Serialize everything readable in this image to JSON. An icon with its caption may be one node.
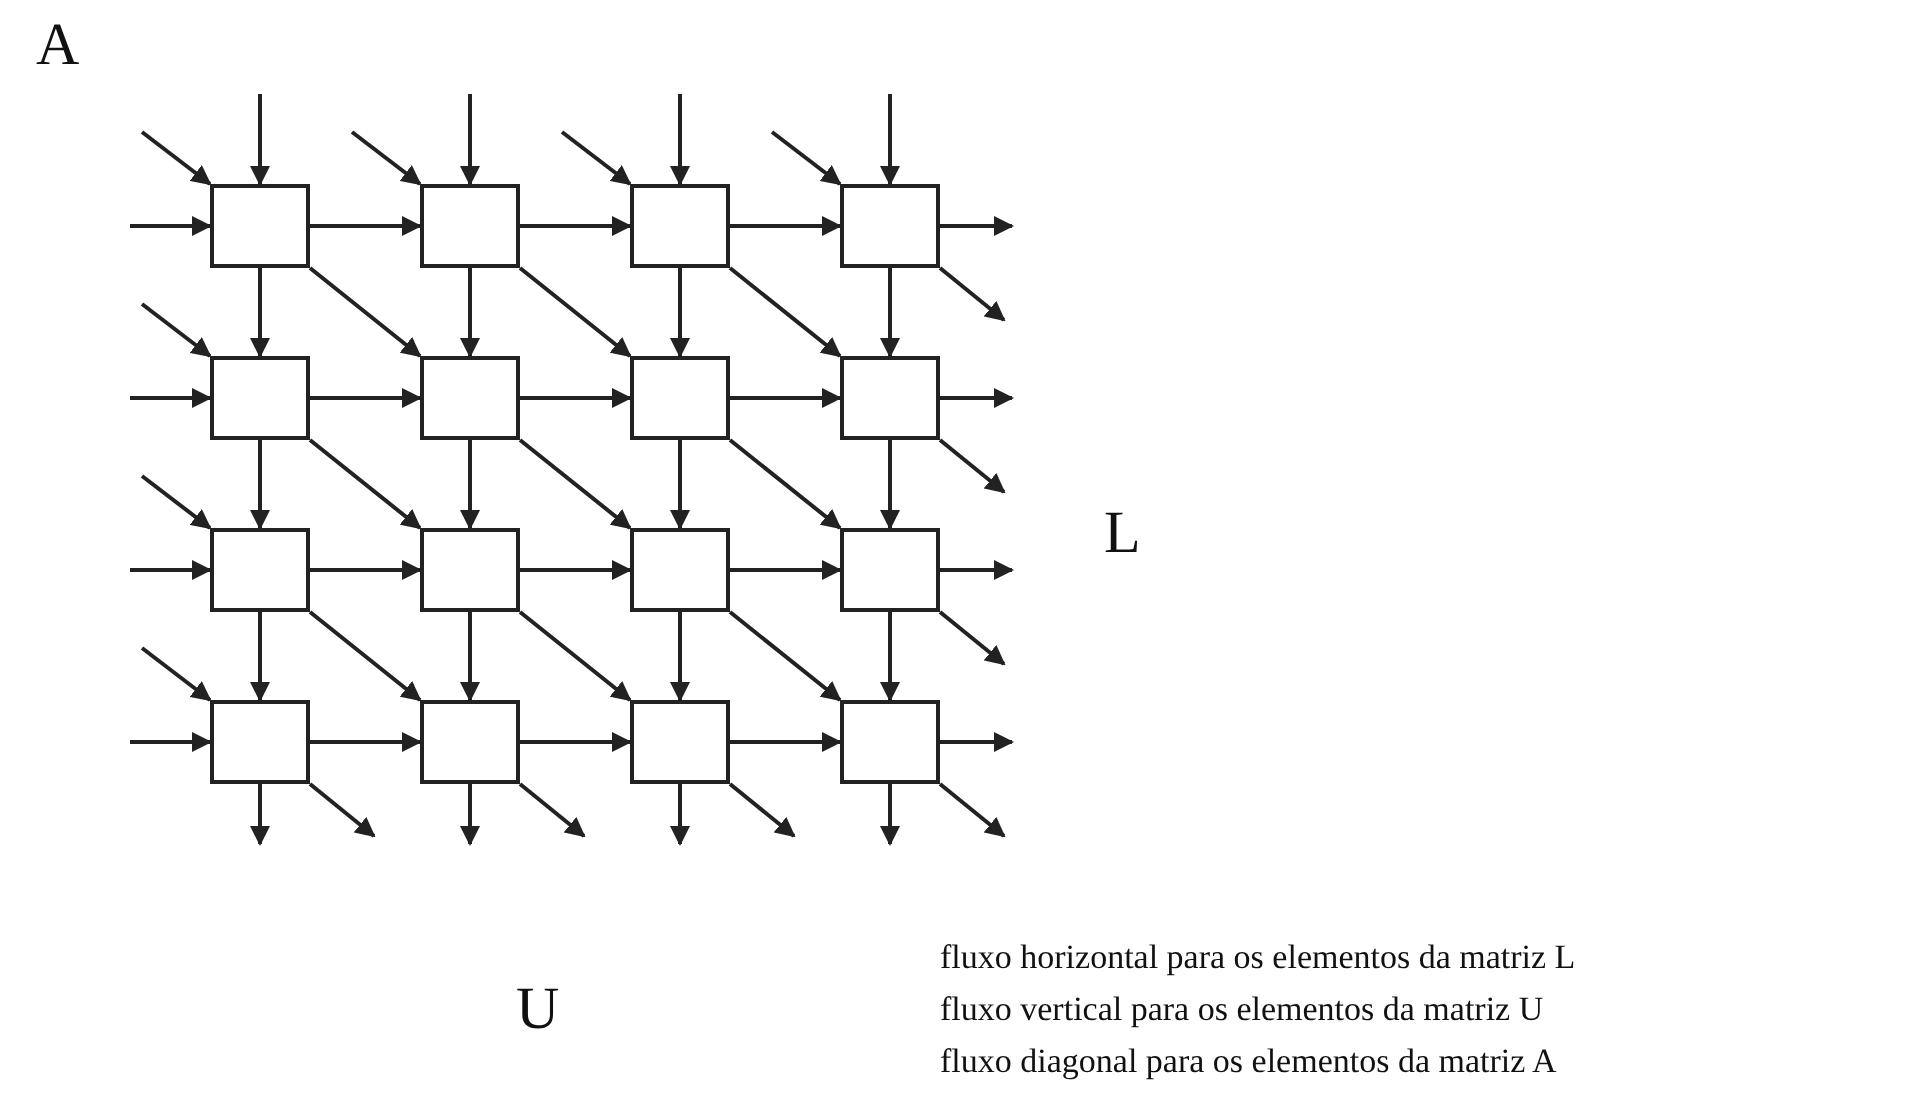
{
  "diagram": {
    "nodes": [
      {
        "text": [],
        "shape": "box"
      },
      {
        "text": [],
        "shape": "box"
      },
      {
        "text": [],
        "shape": "box"
      },
      {
        "text": [],
        "shape": "box"
      },
      {
        "text": [],
        "shape": "box"
      },
      {
        "text": [],
        "shape": "box"
      },
      {
        "text": [],
        "shape": "box"
      },
      {
        "text": [],
        "shape": "box"
      },
      {
        "text": [],
        "shape": "box"
      },
      {
        "text": [],
        "shape": "box"
      },
      {
        "text": [],
        "shape": "box"
      },
      {
        "text": [],
        "shape": "box"
      },
      {
        "text": [],
        "shape": "box"
      },
      {
        "text": [],
        "shape": "box"
      },
      {
        "text": [],
        "shape": "box"
      },
      {
        "text": [],
        "shape": "box"
      }
    ],
    "edges": [
      {
        "from": null,
        "to": 0,
        "arrow": "to"
      },
      {
        "from": 0,
        "to": 1,
        "arrow": "to"
      },
      {
        "from": 1,
        "to": 2,
        "arrow": "to"
      },
      {
        "from": 2,
        "to": 3,
        "arrow": "to"
      },
      {
        "from": 3,
        "to": null,
        "arrow": "to"
      },
      {
        "from": null,
        "to": 4,
        "arrow": "to"
      },
      {
        "from": 4,
        "to": 5,
        "arrow": "to"
      },
      {
        "from": 5,
        "to": 6,
        "arrow": "to"
      },
      {
        "from": 6,
        "to": 7,
        "arrow": "to"
      },
      {
        "from": 7,
        "to": null,
        "arrow": "to"
      },
      {
        "from": null,
        "to": 8,
        "arrow": "to"
      },
      {
        "from": 8,
        "to": 9,
        "arrow": "to"
      },
      {
        "from": 9,
        "to": 10,
        "arrow": "to"
      },
      {
        "from": 10,
        "to": 11,
        "arrow": "to"
      },
      {
        "from": 11,
        "to": null,
        "arrow": "to"
      },
      {
        "from": null,
        "to": 12,
        "arrow": "to"
      },
      {
        "from": 12,
        "to": 13,
        "arrow": "to"
      },
      {
        "from": 13,
        "to": 14,
        "arrow": "to"
      },
      {
        "from": 14,
        "to": 15,
        "arrow": "to"
      },
      {
        "from": 15,
        "to": null,
        "arrow": "to"
      },
      {
        "from": null,
        "to": 0,
        "arrow": "to"
      },
      {
        "from": 0,
        "to": 4,
        "arrow": "to"
      },
      {
        "from": 4,
        "to": 8,
        "arrow": "to"
      },
      {
        "from": 8,
        "to": 12,
        "arrow": "to"
      },
      {
        "from": 12,
        "to": null,
        "arrow": "to"
      },
      {
        "from": null,
        "to": 1,
        "arrow": "to"
      },
      {
        "from": 1,
        "to": 5,
        "arrow": "to"
      },
      {
        "from": 5,
        "to": 9,
        "arrow": "to"
      },
      {
        "from": 9,
        "to": 13,
        "arrow": "to"
      },
      {
        "from": 13,
        "to": null,
        "arrow": "to"
      },
      {
        "from": null,
        "to": 2,
        "arrow": "to"
      },
      {
        "from": 2,
        "to": 6,
        "arrow": "to"
      },
      {
        "from": 6,
        "to": 10,
        "arrow": "to"
      },
      {
        "from": 10,
        "to": 14,
        "arrow": "to"
      },
      {
        "from": 14,
        "to": null,
        "arrow": "to"
      },
      {
        "from": null,
        "to": 3,
        "arrow": "to"
      },
      {
        "from": 3,
        "to": 7,
        "arrow": "to"
      },
      {
        "from": 7,
        "to": 11,
        "arrow": "to"
      },
      {
        "from": 11,
        "to": 15,
        "arrow": "to"
      },
      {
        "from": 15,
        "to": null,
        "arrow": "to"
      },
      {
        "from": null,
        "to": 0,
        "arrow": "to"
      },
      {
        "from": null,
        "to": 1,
        "arrow": "to"
      },
      {
        "from": null,
        "to": 2,
        "arrow": "to"
      },
      {
        "from": null,
        "to": 3,
        "arrow": "to"
      },
      {
        "from": null,
        "to": 4,
        "arrow": "to"
      },
      {
        "from": null,
        "to": 8,
        "arrow": "to"
      },
      {
        "from": null,
        "to": 12,
        "arrow": "to"
      },
      {
        "from": 0,
        "to": 5,
        "arrow": "to"
      },
      {
        "from": 1,
        "to": 6,
        "arrow": "to"
      },
      {
        "from": 2,
        "to": 7,
        "arrow": "to"
      },
      {
        "from": 4,
        "to": 9,
        "arrow": "to"
      },
      {
        "from": 5,
        "to": 10,
        "arrow": "to"
      },
      {
        "from": 6,
        "to": 11,
        "arrow": "to"
      },
      {
        "from": 8,
        "to": 13,
        "arrow": "to"
      },
      {
        "from": 9,
        "to": 14,
        "arrow": "to"
      },
      {
        "from": 10,
        "to": 15,
        "arrow": "to"
      },
      {
        "from": 3,
        "to": null,
        "arrow": "to"
      },
      {
        "from": 7,
        "to": null,
        "arrow": "to"
      },
      {
        "from": 11,
        "to": null,
        "arrow": "to"
      },
      {
        "from": 12,
        "to": null,
        "arrow": "to"
      },
      {
        "from": 13,
        "to": null,
        "arrow": "to"
      },
      {
        "from": 14,
        "to": null,
        "arrow": "to"
      },
      {
        "from": 15,
        "to": null,
        "arrow": "to"
      }
    ],
    "labels": [
      "A",
      "L",
      "U",
      "fluxo horizontal para os elementos da matriz L",
      "fluxo vertical para os elementos da matriz U",
      "fluxo diagonal para os elementos da matriz A"
    ]
  }
}
